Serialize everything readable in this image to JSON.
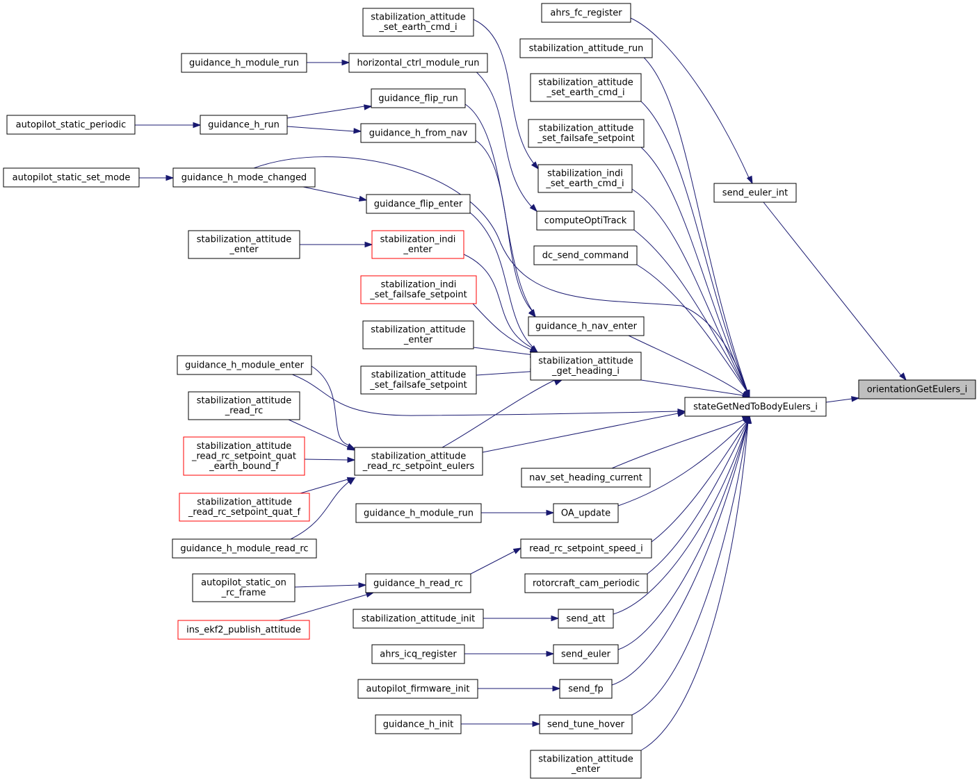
{
  "diagram": {
    "colors": {
      "edge": "#191970",
      "node_border": "#000000",
      "node_border_incomplete": "#ff0000",
      "highlight_fill": "#bfbfbf"
    },
    "nodes": [
      {
        "id": "n_orient",
        "lines": [
          "orientationGetEulers_i"
        ],
        "style": "highlight"
      },
      {
        "id": "n_state",
        "lines": [
          "stateGetNedToBodyEulers_i"
        ]
      },
      {
        "id": "n_send_euler_int",
        "lines": [
          "send_euler_int"
        ]
      },
      {
        "id": "n_ahrs_fc",
        "lines": [
          "ahrs_fc_register"
        ]
      },
      {
        "id": "n_sa_run",
        "lines": [
          "stabilization_attitude_run"
        ]
      },
      {
        "id": "n_sa_sec_c",
        "lines": [
          "stabilization_attitude",
          "_set_earth_cmd_i"
        ]
      },
      {
        "id": "n_sa_sfs_c",
        "lines": [
          "stabilization_attitude",
          "_set_failsafe_setpoint"
        ]
      },
      {
        "id": "n_si_sec",
        "lines": [
          "stabilization_indi",
          "_set_earth_cmd_i"
        ]
      },
      {
        "id": "n_opti",
        "lines": [
          "computeOptiTrack"
        ]
      },
      {
        "id": "n_dc",
        "lines": [
          "dc_send_command"
        ]
      },
      {
        "id": "n_gh_nav_enter",
        "lines": [
          "guidance_h_nav_enter"
        ]
      },
      {
        "id": "n_sa_gh",
        "lines": [
          "stabilization_attitude",
          "_get_heading_i"
        ]
      },
      {
        "id": "n_nav_sh",
        "lines": [
          "nav_set_heading_current"
        ]
      },
      {
        "id": "n_oa",
        "lines": [
          "OA_update"
        ]
      },
      {
        "id": "n_read_speed",
        "lines": [
          "read_rc_setpoint_speed_i"
        ]
      },
      {
        "id": "n_cam",
        "lines": [
          "rotorcraft_cam_periodic"
        ]
      },
      {
        "id": "n_send_att",
        "lines": [
          "send_att"
        ]
      },
      {
        "id": "n_send_euler",
        "lines": [
          "send_euler"
        ]
      },
      {
        "id": "n_send_fp",
        "lines": [
          "send_fp"
        ]
      },
      {
        "id": "n_send_tune",
        "lines": [
          "send_tune_hover"
        ]
      },
      {
        "id": "n_sa_enter_c",
        "lines": [
          "stabilization_attitude",
          "_enter"
        ]
      },
      {
        "id": "n_sa_sec_t",
        "lines": [
          "stabilization_attitude",
          "_set_earth_cmd_i"
        ]
      },
      {
        "id": "n_hctrl",
        "lines": [
          "horizontal_ctrl_module_run"
        ]
      },
      {
        "id": "n_flip_run",
        "lines": [
          "guidance_flip_run"
        ]
      },
      {
        "id": "n_gh_from_nav",
        "lines": [
          "guidance_h_from_nav"
        ]
      },
      {
        "id": "n_flip_enter",
        "lines": [
          "guidance_flip_enter"
        ]
      },
      {
        "id": "n_si_enter",
        "lines": [
          "stabilization_indi",
          "_enter"
        ],
        "style": "red"
      },
      {
        "id": "n_si_sfs",
        "lines": [
          "stabilization_indi",
          "_set_failsafe_setpoint"
        ],
        "style": "red"
      },
      {
        "id": "n_sa_enter_m",
        "lines": [
          "stabilization_attitude",
          "_enter"
        ]
      },
      {
        "id": "n_sa_sfs_m",
        "lines": [
          "stabilization_attitude",
          "_set_failsafe_setpoint"
        ]
      },
      {
        "id": "n_sa_rrse",
        "lines": [
          "stabilization_attitude",
          "_read_rc_setpoint_eulers"
        ]
      },
      {
        "id": "n_gh_mod_run_b",
        "lines": [
          "guidance_h_module_run"
        ]
      },
      {
        "id": "n_gh_read_rc",
        "lines": [
          "guidance_h_read_rc"
        ]
      },
      {
        "id": "n_sa_init",
        "lines": [
          "stabilization_attitude_init"
        ]
      },
      {
        "id": "n_ahrs_icq",
        "lines": [
          "ahrs_icq_register"
        ]
      },
      {
        "id": "n_ap_fw_init",
        "lines": [
          "autopilot_firmware_init"
        ]
      },
      {
        "id": "n_gh_init",
        "lines": [
          "guidance_h_init"
        ]
      },
      {
        "id": "n_gh_mod_run_t",
        "lines": [
          "guidance_h_module_run"
        ]
      },
      {
        "id": "n_gh_run",
        "lines": [
          "guidance_h_run"
        ]
      },
      {
        "id": "n_gh_mode_changed",
        "lines": [
          "guidance_h_mode_changed"
        ]
      },
      {
        "id": "n_sa_enter_l",
        "lines": [
          "stabilization_attitude",
          "_enter"
        ]
      },
      {
        "id": "n_gh_mod_enter",
        "lines": [
          "guidance_h_module_enter"
        ]
      },
      {
        "id": "n_sa_read_rc",
        "lines": [
          "stabilization_attitude",
          "_read_rc"
        ]
      },
      {
        "id": "n_sa_rrsqe",
        "lines": [
          "stabilization_attitude",
          "_read_rc_setpoint_quat",
          "_earth_bound_f"
        ],
        "style": "red"
      },
      {
        "id": "n_sa_rrsq",
        "lines": [
          "stabilization_attitude",
          "_read_rc_setpoint_quat_f"
        ],
        "style": "red"
      },
      {
        "id": "n_gh_mod_read_rc",
        "lines": [
          "guidance_h_module_read_rc"
        ]
      },
      {
        "id": "n_ap_on_rc",
        "lines": [
          "autopilot_static_on",
          "_rc_frame"
        ]
      },
      {
        "id": "n_ins_ekf2",
        "lines": [
          "ins_ekf2_publish_attitude"
        ],
        "style": "red"
      },
      {
        "id": "n_ap_periodic",
        "lines": [
          "autopilot_static_periodic"
        ]
      },
      {
        "id": "n_ap_set_mode",
        "lines": [
          "autopilot_static_set_mode"
        ]
      }
    ]
  }
}
